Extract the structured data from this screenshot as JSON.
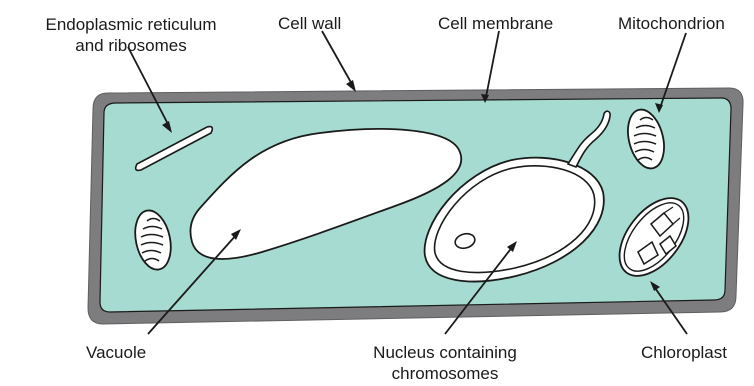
{
  "labels": {
    "er": [
      "Endoplasmic reticulum",
      "and ribosomes"
    ],
    "cell_wall": "Cell wall",
    "cell_membrane": "Cell membrane",
    "mitochondrion": "Mitochondrion",
    "vacuole": "Vacuole",
    "nucleus": [
      "Nucleus containing",
      "chromosomes"
    ],
    "chloroplast": "Chloroplast"
  },
  "colors": {
    "cell_wall": "#7d7d7f",
    "cytoplasm": "#a6dbd1",
    "outline": "#1a1a1a",
    "organelle_fill": "#ffffff"
  }
}
